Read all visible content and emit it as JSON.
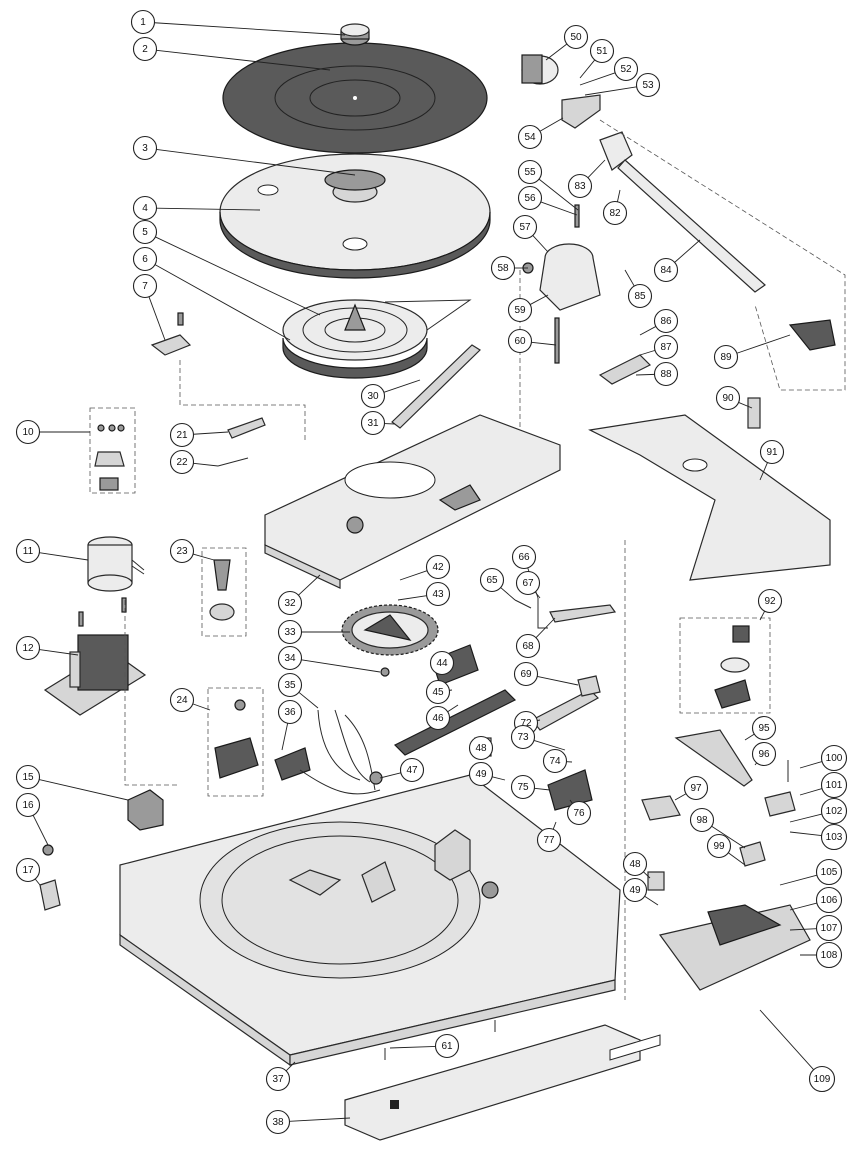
{
  "diagram": {
    "type": "exploded-parts-view",
    "callouts": [
      {
        "n": "1"
      },
      {
        "n": "2"
      },
      {
        "n": "3"
      },
      {
        "n": "4"
      },
      {
        "n": "5"
      },
      {
        "n": "6"
      },
      {
        "n": "7"
      },
      {
        "n": "10"
      },
      {
        "n": "11"
      },
      {
        "n": "12"
      },
      {
        "n": "15"
      },
      {
        "n": "16"
      },
      {
        "n": "17"
      },
      {
        "n": "21"
      },
      {
        "n": "22"
      },
      {
        "n": "23"
      },
      {
        "n": "24"
      },
      {
        "n": "30"
      },
      {
        "n": "31"
      },
      {
        "n": "32"
      },
      {
        "n": "33"
      },
      {
        "n": "34"
      },
      {
        "n": "35"
      },
      {
        "n": "36"
      },
      {
        "n": "37"
      },
      {
        "n": "38"
      },
      {
        "n": "42"
      },
      {
        "n": "43"
      },
      {
        "n": "44"
      },
      {
        "n": "45"
      },
      {
        "n": "46"
      },
      {
        "n": "47"
      },
      {
        "n": "48"
      },
      {
        "n": "49"
      },
      {
        "n": "48"
      },
      {
        "n": "49"
      },
      {
        "n": "50"
      },
      {
        "n": "51"
      },
      {
        "n": "52"
      },
      {
        "n": "53"
      },
      {
        "n": "54"
      },
      {
        "n": "55"
      },
      {
        "n": "56"
      },
      {
        "n": "57"
      },
      {
        "n": "58"
      },
      {
        "n": "59"
      },
      {
        "n": "60"
      },
      {
        "n": "61"
      },
      {
        "n": "65"
      },
      {
        "n": "66"
      },
      {
        "n": "67"
      },
      {
        "n": "68"
      },
      {
        "n": "69"
      },
      {
        "n": "72"
      },
      {
        "n": "73"
      },
      {
        "n": "74"
      },
      {
        "n": "75"
      },
      {
        "n": "76"
      },
      {
        "n": "77"
      },
      {
        "n": "82"
      },
      {
        "n": "83"
      },
      {
        "n": "84"
      },
      {
        "n": "85"
      },
      {
        "n": "86"
      },
      {
        "n": "87"
      },
      {
        "n": "88"
      },
      {
        "n": "89"
      },
      {
        "n": "90"
      },
      {
        "n": "91"
      },
      {
        "n": "92"
      },
      {
        "n": "95"
      },
      {
        "n": "96"
      },
      {
        "n": "97"
      },
      {
        "n": "98"
      },
      {
        "n": "99"
      },
      {
        "n": "100"
      },
      {
        "n": "101"
      },
      {
        "n": "102"
      },
      {
        "n": "103"
      },
      {
        "n": "105"
      },
      {
        "n": "106"
      },
      {
        "n": "107"
      },
      {
        "n": "108"
      },
      {
        "n": "109"
      }
    ]
  }
}
